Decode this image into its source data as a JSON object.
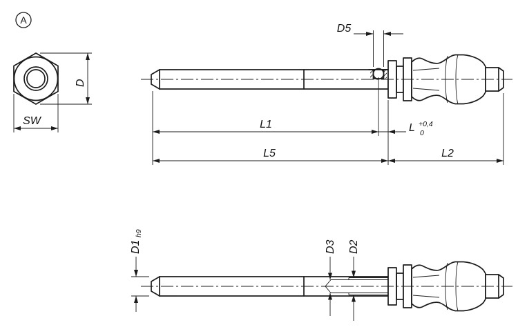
{
  "drawing": {
    "view_marker": "A",
    "dimensions": {
      "d5": "D5",
      "d": "D",
      "sw": "SW",
      "l1": "L1",
      "l": {
        "base": "L",
        "tol_upper": "+0,4",
        "tol_lower": "0"
      },
      "l5": "L5",
      "l2": "L2",
      "d1": {
        "base": "D1",
        "tol": "h9"
      },
      "d3": "D3",
      "d2": "D2"
    },
    "colors": {
      "line": "#1b1b1b",
      "background": "#ffffff"
    }
  }
}
